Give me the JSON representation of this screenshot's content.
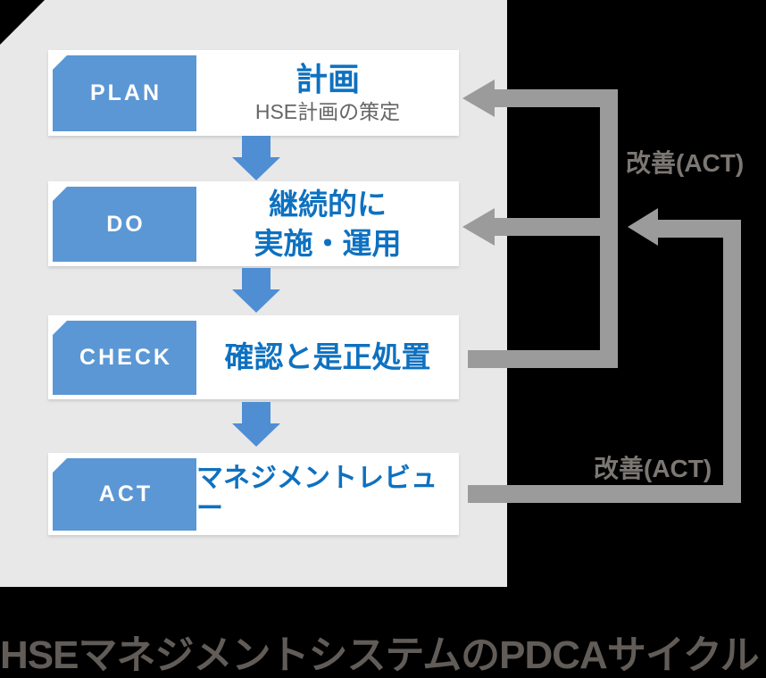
{
  "colors": {
    "background": "#000000",
    "panel": "#e8e8e8",
    "row_box": "#ffffff",
    "label_box_blue": "#5b97d4",
    "content_text_blue": "#0e71c0",
    "subtitle_gray": "#666666",
    "down_arrow_blue": "#4f8ed3",
    "feedback_arrow_gray": "#9c9b9b",
    "feedback_label_gray": "#7c7772",
    "caption_gray": "#615c57"
  },
  "rows": [
    {
      "label": "PLAN",
      "title": "計画",
      "subtitle": "HSE計画の策定"
    },
    {
      "label": "DO",
      "line1": "継続的に",
      "line2": "実施・運用"
    },
    {
      "label": "CHECK",
      "text": "確認と是正処置"
    },
    {
      "label": "ACT",
      "text": "マネジメントレビュー"
    }
  ],
  "feedback": {
    "label_top": "改善(ACT)",
    "label_bottom": "改善(ACT)"
  },
  "caption": "HSEマネジメントシステムのPDCAサイクル"
}
